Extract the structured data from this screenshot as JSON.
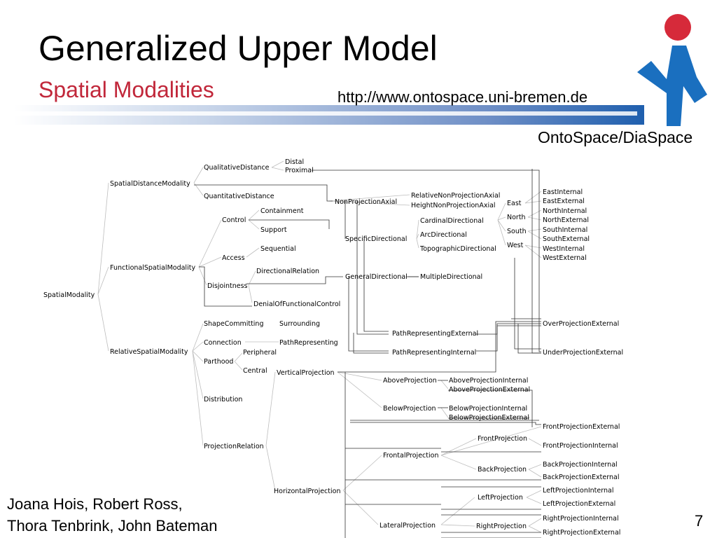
{
  "header": {
    "title": "Generalized Upper Model",
    "subtitle": "Spatial Modalities",
    "url": "http://www.ontospace.uni-bremen.de",
    "org": "OntoSpace/DiaSpace"
  },
  "logo": {
    "icon": "person-logo-icon",
    "dot_color": "#d62a3a",
    "body_color": "#1a6fbf"
  },
  "footer": {
    "authors_line1": "Joana Hois, Robert Ross,",
    "authors_line2": "Thora Tenbrink, John Bateman",
    "page_number": "7"
  },
  "diagram": {
    "nodes": {
      "spatial_modality": "SpatialModality",
      "spatial_distance_modality": "SpatialDistanceModality",
      "functional_spatial_modality": "FunctionalSpatialModality",
      "relative_spatial_modality": "RelativeSpatialModality",
      "qualitative_distance": "QualitativeDistance",
      "quantitative_distance": "QuantitativeDistance",
      "distal": "Distal",
      "proximal": "Proximal",
      "control": "Control",
      "containment": "Containment",
      "support": "Support",
      "access": "Access",
      "sequential": "Sequential",
      "disjointness": "Disjointness",
      "directional_relation": "DirectionalRelation",
      "denial_of_functional_control": "DenialOfFunctionalControl",
      "shape_committing": "ShapeCommitting",
      "surrounding": "Surrounding",
      "connection": "Connection",
      "path_representing": "PathRepresenting",
      "parthood": "Parthood",
      "peripheral": "Peripheral",
      "central": "Central",
      "distribution": "Distribution",
      "projection_relation": "ProjectionRelation",
      "vertical_projection": "VerticalProjection",
      "horizontal_projection": "HorizontalProjection",
      "non_projection_axial": "NonProjectionAxial",
      "relative_non_projection_axial": "RelativeNonProjectionAxial",
      "height_non_projection_axial": "HeightNonProjectionAxial",
      "specific_directional": "SpecificDirectional",
      "cardinal_directional": "CardinalDirectional",
      "arc_directional": "ArcDirectional",
      "topographic_directional": "TopographicDirectional",
      "general_directional": "GeneralDirectional",
      "multiple_directional": "MultipleDirectional",
      "east": "East",
      "north": "North",
      "south": "South",
      "west": "West",
      "east_internal": "EastInternal",
      "east_external": "EastExternal",
      "north_internal": "NorthInternal",
      "north_external": "NorthExternal",
      "south_internal": "SouthInternal",
      "south_external": "SouthExternal",
      "west_internal": "WestInternal",
      "west_external": "WestExternal",
      "over_projection_external": "OverProjectionExternal",
      "under_projection_external": "UnderProjectionExternal",
      "path_representing_external": "PathRepresentingExternal",
      "path_representing_internal": "PathRepresentingInternal",
      "above_projection": "AboveProjection",
      "above_projection_internal": "AboveProjectionInternal",
      "above_projection_external": "AboveProjectionExternal",
      "below_projection": "BelowProjection",
      "below_projection_internal": "BelowProjectionInternal",
      "below_projection_external": "BelowProjectionExternal",
      "front_projection_external": "FrontProjectionExternal",
      "frontal_projection": "FrontalProjection",
      "front_projection": "FrontProjection",
      "front_projection_internal": "FrontProjectionInternal",
      "back_projection": "BackProjection",
      "back_projection_internal": "BackProjectionInternal",
      "back_projection_external": "BackProjectionExternal",
      "left_projection": "LeftProjection",
      "left_projection_internal": "LeftProjectionInternal",
      "left_projection_external": "LeftProjectionExternal",
      "lateral_projection": "LateralProjection",
      "right_projection": "RightProjection",
      "right_projection_internal": "RightProjectionInternal",
      "right_projection_external": "RightProjectionExternal"
    }
  }
}
